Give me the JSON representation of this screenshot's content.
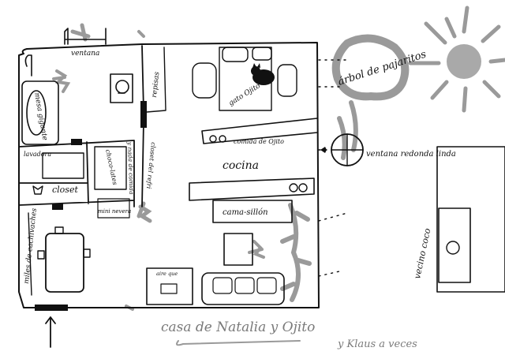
{
  "labels": {
    "ventana_top": "ventana",
    "mesa_gigante": "mesa gigante",
    "lavadora": "lavadora",
    "closet": "closet",
    "chocolates": "choco-lates",
    "nada_de_comida": "y nada de comida",
    "closet_del_refri": "closet del refri",
    "mini_nevera": "mini nevera",
    "miles_de_cachivaches": "miles de cachivaches",
    "repisas": "repisas",
    "gato": "gato Ojito",
    "comida_ojito": "comida de Ojito",
    "cocina": "cocina",
    "cama_sillon": "cama-sillón",
    "arbol": "árbol de pajaritos",
    "ventana_redonda": "ventana redonda linda",
    "vecino": "vecino coco",
    "aire": "aire que",
    "title_line1": "casa de Natalia y Ojito",
    "title_line2": "y Klaus a veces"
  },
  "colors": {
    "ink": "#111111",
    "pencil": "#9a9a9a"
  }
}
